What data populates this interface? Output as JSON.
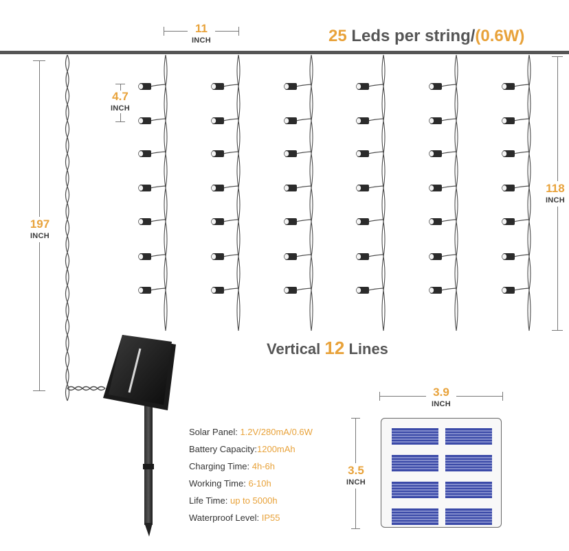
{
  "header": {
    "count": "25",
    "text": "Leds per string/",
    "power": "(0.6W)"
  },
  "dimensions": {
    "spacing": {
      "value": "11",
      "unit": "INCH"
    },
    "led_gap": {
      "value": "4.7",
      "unit": "INCH"
    },
    "total_height": {
      "value": "197",
      "unit": "INCH"
    },
    "string_length": {
      "value": "118",
      "unit": "INCH"
    },
    "panel_width": {
      "value": "3.9",
      "unit": "INCH"
    },
    "panel_height": {
      "value": "3.5",
      "unit": "INCH"
    }
  },
  "lines_label": {
    "prefix": "Vertical",
    "count": "12",
    "suffix": "Lines"
  },
  "specs": [
    {
      "label": "Solar Panel: ",
      "value": "1.2V/280mA/0.6W"
    },
    {
      "label": "Battery Capacity:",
      "value": "1200mAh"
    },
    {
      "label": "Charging Time: ",
      "value": "4h-6h"
    },
    {
      "label": "Working Time: ",
      "value": "6-10h"
    },
    {
      "label": "Life Time: ",
      "value": "up to 5000h"
    },
    {
      "label": "Waterproof Level: ",
      "value": "IP55"
    }
  ],
  "colors": {
    "accent": "#e8a23a",
    "text": "#555555",
    "wire": "#4a4a4a",
    "solar_cell": "#3b4aa8"
  }
}
